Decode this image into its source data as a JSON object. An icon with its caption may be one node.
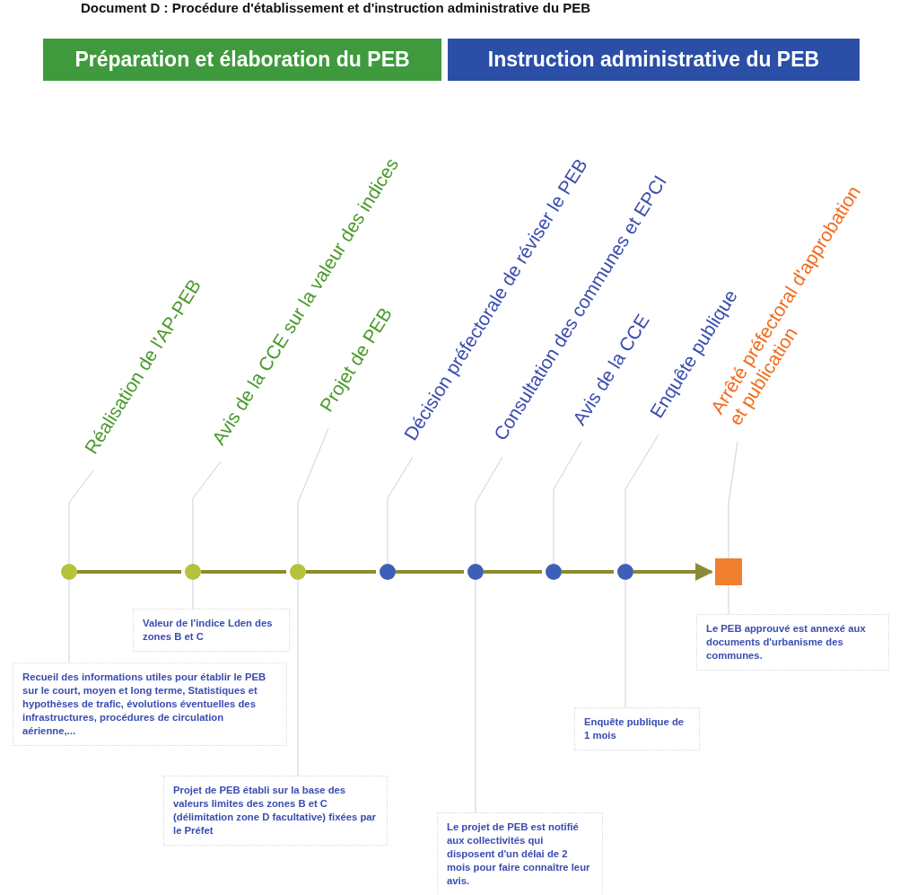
{
  "diagram": {
    "title": "Document D : Procédure d'établissement et d'instruction administrative du PEB",
    "nodes": [
      {
        "text": [
          "Préparation et élaboration du PEB"
        ]
      },
      {
        "text": [
          "Instruction administrative du PEB"
        ]
      },
      {
        "text": [
          "Réalisation de l'AP-PEB"
        ]
      },
      {
        "text": [
          "Avis de la CCE sur la valeur des indices"
        ]
      },
      {
        "text": [
          "Projet de PEB"
        ]
      },
      {
        "text": [
          "Décision préfectorale de réviser le PEB"
        ]
      },
      {
        "text": [
          "Consultation des communes et EPCI"
        ]
      },
      {
        "text": [
          "Avis de la CCE"
        ]
      },
      {
        "text": [
          "Enquête publique"
        ]
      },
      {
        "text": [
          "Arrêté préfectoral d'approbation et publication"
        ]
      },
      {
        "text": [],
        "shape": "circle"
      },
      {
        "text": [],
        "shape": "circle"
      },
      {
        "text": [],
        "shape": "circle"
      },
      {
        "text": [],
        "shape": "circle"
      },
      {
        "text": [],
        "shape": "circle"
      },
      {
        "text": [],
        "shape": "circle"
      },
      {
        "text": [],
        "shape": "circle"
      },
      {
        "text": [],
        "shape": "box"
      },
      {
        "text": [
          "Valeur de l'indice Lden des zones B et C"
        ]
      },
      {
        "text": [
          "Recueil des informations utiles pour établir le PEB sur le court, moyen et long terme, Statistiques et hypothèses de trafic, évolutions éventuelles des infrastructures, procédures de circulation aérienne,..."
        ]
      },
      {
        "text": [
          "Projet de PEB établi sur la base des valeurs limites des zones B et C (délimitation zone D facultative) fixées par le Préfet"
        ]
      },
      {
        "text": [
          "Le projet de PEB est notifié aux collectivités qui disposent d'un délai de 2 mois pour faire connaître leur avis."
        ]
      },
      {
        "text": [
          "Enquête publique de 1 mois"
        ]
      },
      {
        "text": [
          "Le PEB approuvé est annexé aux documents d'urbanisme des communes."
        ]
      }
    ],
    "edges": [
      {
        "from": 10,
        "to": 11,
        "arrow": "none",
        "style": "thick",
        "color": "#8c8a2e"
      },
      {
        "from": 11,
        "to": 12,
        "arrow": "none",
        "style": "thick",
        "color": "#8c8a2e"
      },
      {
        "from": 12,
        "to": 13,
        "arrow": "none",
        "style": "thick",
        "color": "#8c8a2e"
      },
      {
        "from": 13,
        "to": 14,
        "arrow": "none",
        "style": "thick",
        "color": "#8c8a2e"
      },
      {
        "from": 14,
        "to": 15,
        "arrow": "none",
        "style": "thick",
        "color": "#8c8a2e"
      },
      {
        "from": 15,
        "to": 16,
        "arrow": "none",
        "style": "thick",
        "color": "#8c8a2e"
      },
      {
        "from": 16,
        "to": 17,
        "arrow": "to",
        "style": "thick",
        "color": "#8c8a2e"
      },
      {
        "from": 2,
        "to": 10,
        "arrow": "none"
      },
      {
        "from": 3,
        "to": 11,
        "arrow": "none"
      },
      {
        "from": 4,
        "to": 12,
        "arrow": "none"
      },
      {
        "from": 5,
        "to": 13,
        "arrow": "none"
      },
      {
        "from": 6,
        "to": 14,
        "arrow": "none"
      },
      {
        "from": 7,
        "to": 15,
        "arrow": "none"
      },
      {
        "from": 8,
        "to": 16,
        "arrow": "none"
      },
      {
        "from": 9,
        "to": 17,
        "arrow": "none"
      },
      {
        "from": 11,
        "to": 18,
        "arrow": "none"
      },
      {
        "from": 10,
        "to": 19,
        "arrow": "none"
      },
      {
        "from": 12,
        "to": 20,
        "arrow": "none"
      },
      {
        "from": 14,
        "to": 21,
        "arrow": "none"
      },
      {
        "from": 16,
        "to": 22,
        "arrow": "none"
      },
      {
        "from": 17,
        "to": 23,
        "arrow": "none"
      }
    ]
  }
}
